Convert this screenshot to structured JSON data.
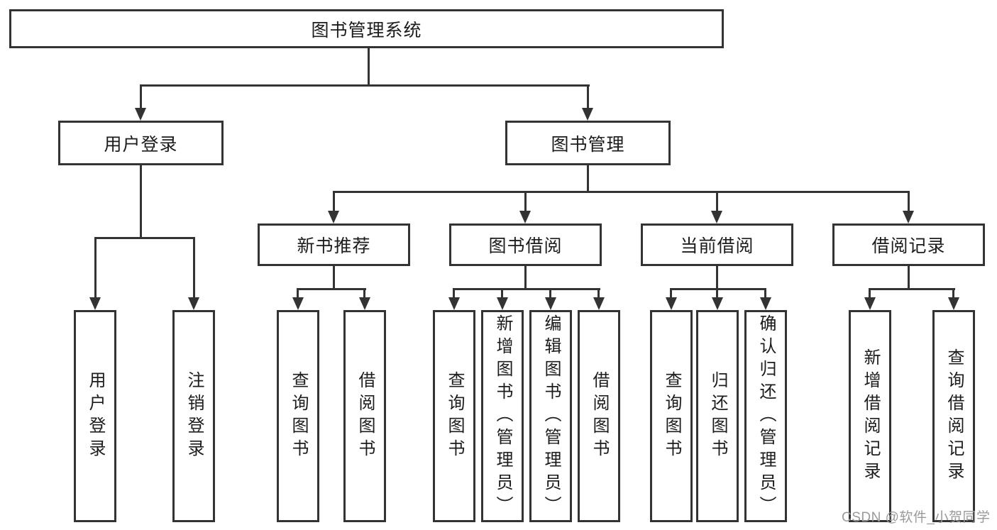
{
  "nodes": {
    "root": "图书管理系统",
    "user_login": "用户登录",
    "book_mgmt": "图书管理",
    "new_books": "新书推荐",
    "book_borrow": "图书借阅",
    "current_borrow": "当前借阅",
    "borrow_records": "借阅记录"
  },
  "leaves": {
    "user_login": [
      "用户登录",
      "注销登录"
    ],
    "new_books": [
      "查询图书",
      "借阅图书"
    ],
    "book_borrow": [
      "查询图书",
      "新增图书（管理员）",
      "编辑图书（管理员）",
      "借阅图书"
    ],
    "current_borrow": [
      "查询图书",
      "归还图书",
      "确认归还（管理员）"
    ],
    "borrow_records": [
      "新增借阅记录",
      "查询借阅记录"
    ]
  },
  "watermark": "CSDN @软件_小贺同学",
  "colors": {
    "line": "#333333",
    "text": "#1c1c1c",
    "watermark": "#9a9a9a",
    "background": "#ffffff"
  }
}
